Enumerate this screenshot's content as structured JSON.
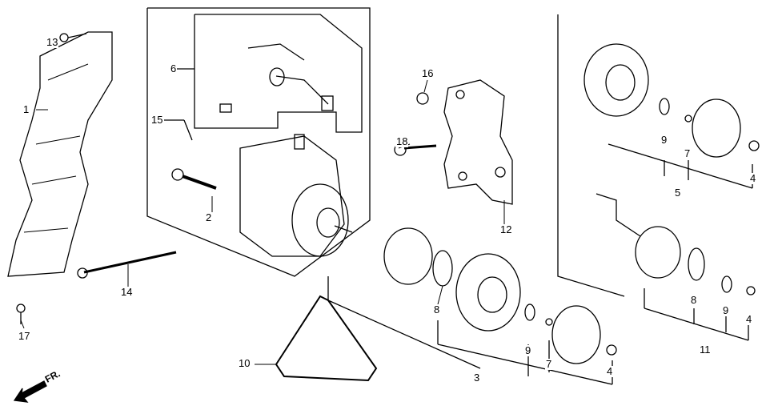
{
  "title": "A/C Compressor Parts Diagram",
  "labels": [
    "13",
    "1",
    "6",
    "15",
    "2",
    "14",
    "17",
    "10",
    "16",
    "18",
    "12",
    "8",
    "9",
    "7",
    "3",
    "4",
    "9",
    "7",
    "5",
    "4",
    "8",
    "9",
    "4",
    "11"
  ],
  "direction": "FR.",
  "colors": {
    "ink": "#000000",
    "paper": "#ffffff"
  }
}
